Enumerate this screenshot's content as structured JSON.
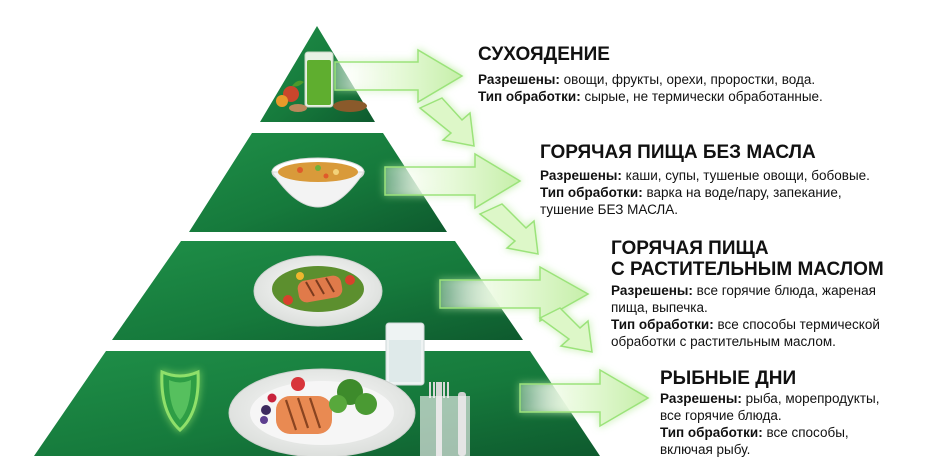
{
  "colors": {
    "pyramid_dark": "#0e5a2e",
    "pyramid_mid": "#167a3c",
    "pyramid_light": "#1f8f48",
    "arrow_light": "#d9f6c4",
    "arrow_glow": "#9be37a",
    "text": "#111111"
  },
  "tiers": [
    {
      "title_lines": [
        "СУХОЯДЕНИЕ"
      ],
      "allowed_label": "Разрешены:",
      "allowed_lines": [
        "овощи, фрукты, орехи, проростки, вода."
      ],
      "processing_label": "Тип обработки:",
      "processing_lines": [
        "сырые, не термически обработанные."
      ],
      "icon": "green-smoothie-and-fruit-icon"
    },
    {
      "title_lines": [
        "ГОРЯЧАЯ ПИЩА БЕЗ МАСЛА"
      ],
      "allowed_label": "Разрешены:",
      "allowed_lines": [
        "каши, супы, тушеные овощи, бобовые."
      ],
      "processing_label": "Тип обработки:",
      "processing_lines": [
        "варка на воде/пару, запекание,",
        "тушение БЕЗ МАСЛА."
      ],
      "icon": "soup-bowl-icon"
    },
    {
      "title_lines": [
        "ГОРЯЧАЯ ПИЩА",
        "С РАСТИТЕЛЬНЫМ МАСЛОМ"
      ],
      "allowed_label": "Разрешены:",
      "allowed_lines": [
        "все горячие блюда, жареная",
        "пища, выпечка."
      ],
      "processing_label": "Тип обработки:",
      "processing_lines": [
        "все способы термической",
        "обработки с растительным маслом."
      ],
      "icon": "fish-with-vegetables-plate-icon"
    },
    {
      "title_lines": [
        "РЫБНЫЕ ДНИ"
      ],
      "allowed_label": "Разрешены:",
      "allowed_lines": [
        "рыба, морепродукты,",
        "все горячие блюда."
      ],
      "processing_label": "Тип обработки:",
      "processing_lines": [
        "все способы,",
        "включая рыбу."
      ],
      "icon": "salmon-plate-and-shield-icon"
    }
  ]
}
